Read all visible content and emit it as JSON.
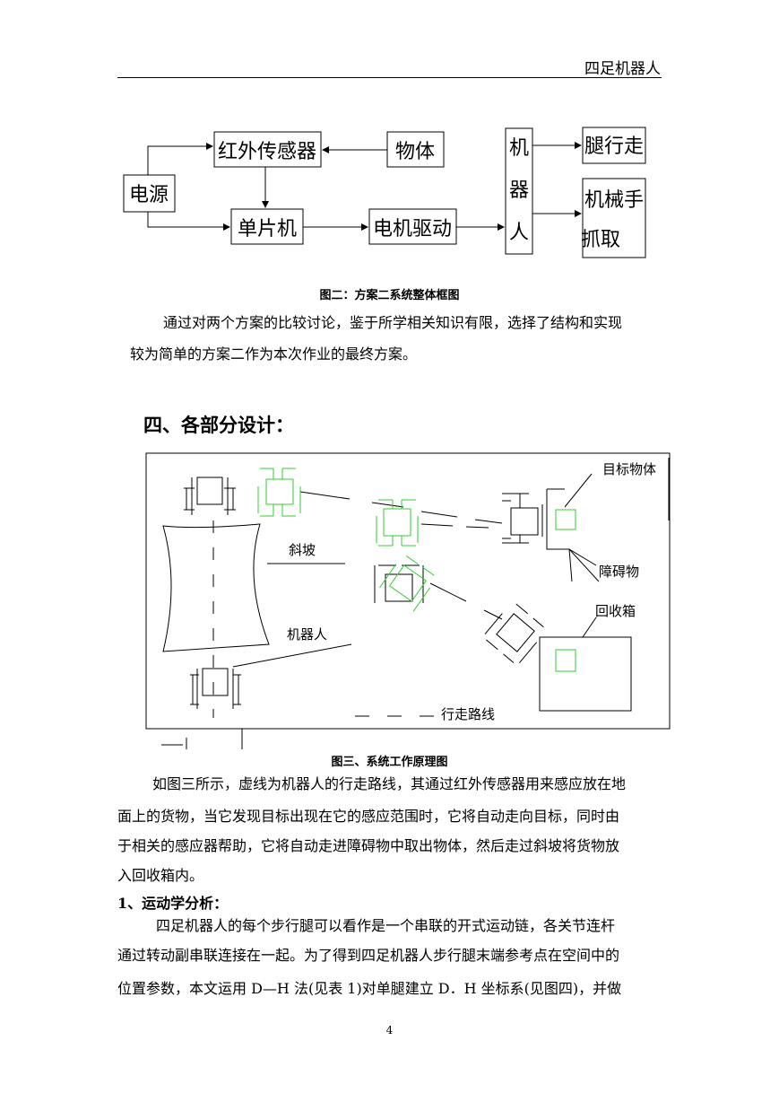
{
  "header": {
    "title": "四足机器人"
  },
  "fig2": {
    "boxes": {
      "power": "电源",
      "ir_sensor": "红外传感器",
      "object": "物体",
      "mcu": "单片机",
      "motor_drive": "电机驱动",
      "robot_chars": [
        "机",
        "器",
        "人"
      ],
      "leg_walk": "腿行走",
      "arm_line1": "机械手",
      "arm_line2": "抓取"
    },
    "caption": "图二：方案二系统整体框图"
  },
  "para1": {
    "line1": "通过对两个方案的比较讨论，鉴于所学相关知识有限，选择了结构和实现",
    "line2": "较为简单的方案二作为本次作业的最终方案。"
  },
  "section4": {
    "title": "四、各部分设计："
  },
  "fig3": {
    "labels": {
      "target": "目标物体",
      "slope": "斜坡",
      "obstacle": "障碍物",
      "box": "回收箱",
      "robot": "机器人",
      "path": "行走路线"
    },
    "colors": {
      "green": "#33cc33",
      "black": "#000000"
    },
    "caption": "图三、系统工作原理图"
  },
  "para2": {
    "line1": "如图三所示，虚线为机器人的行走路线，其通过红外传感器用来感应放在地",
    "line2": "面上的货物，当它发现目标出现在它的感应范围时，它将自动走向目标，同时由",
    "line3": "于相关的感应器帮助，它将自动走进障碍物中取出物体，然后走过斜坡将货物放",
    "line4": "入回收箱内。"
  },
  "subsection1": {
    "title": "1、运动学分析："
  },
  "para3": {
    "line1": "四足机器人的每个步行腿可以看作是一个串联的开式运动链，各关节连杆",
    "line2": "通过转动副串联连接在一起。为了得到四足机器人步行腿末端参考点在空间中的",
    "line3": "位置参数，本文运用 D—H 法(见表 1)对单腿建立 D．H 坐标系(见图四)，并做"
  },
  "footer": {
    "page": "4"
  }
}
